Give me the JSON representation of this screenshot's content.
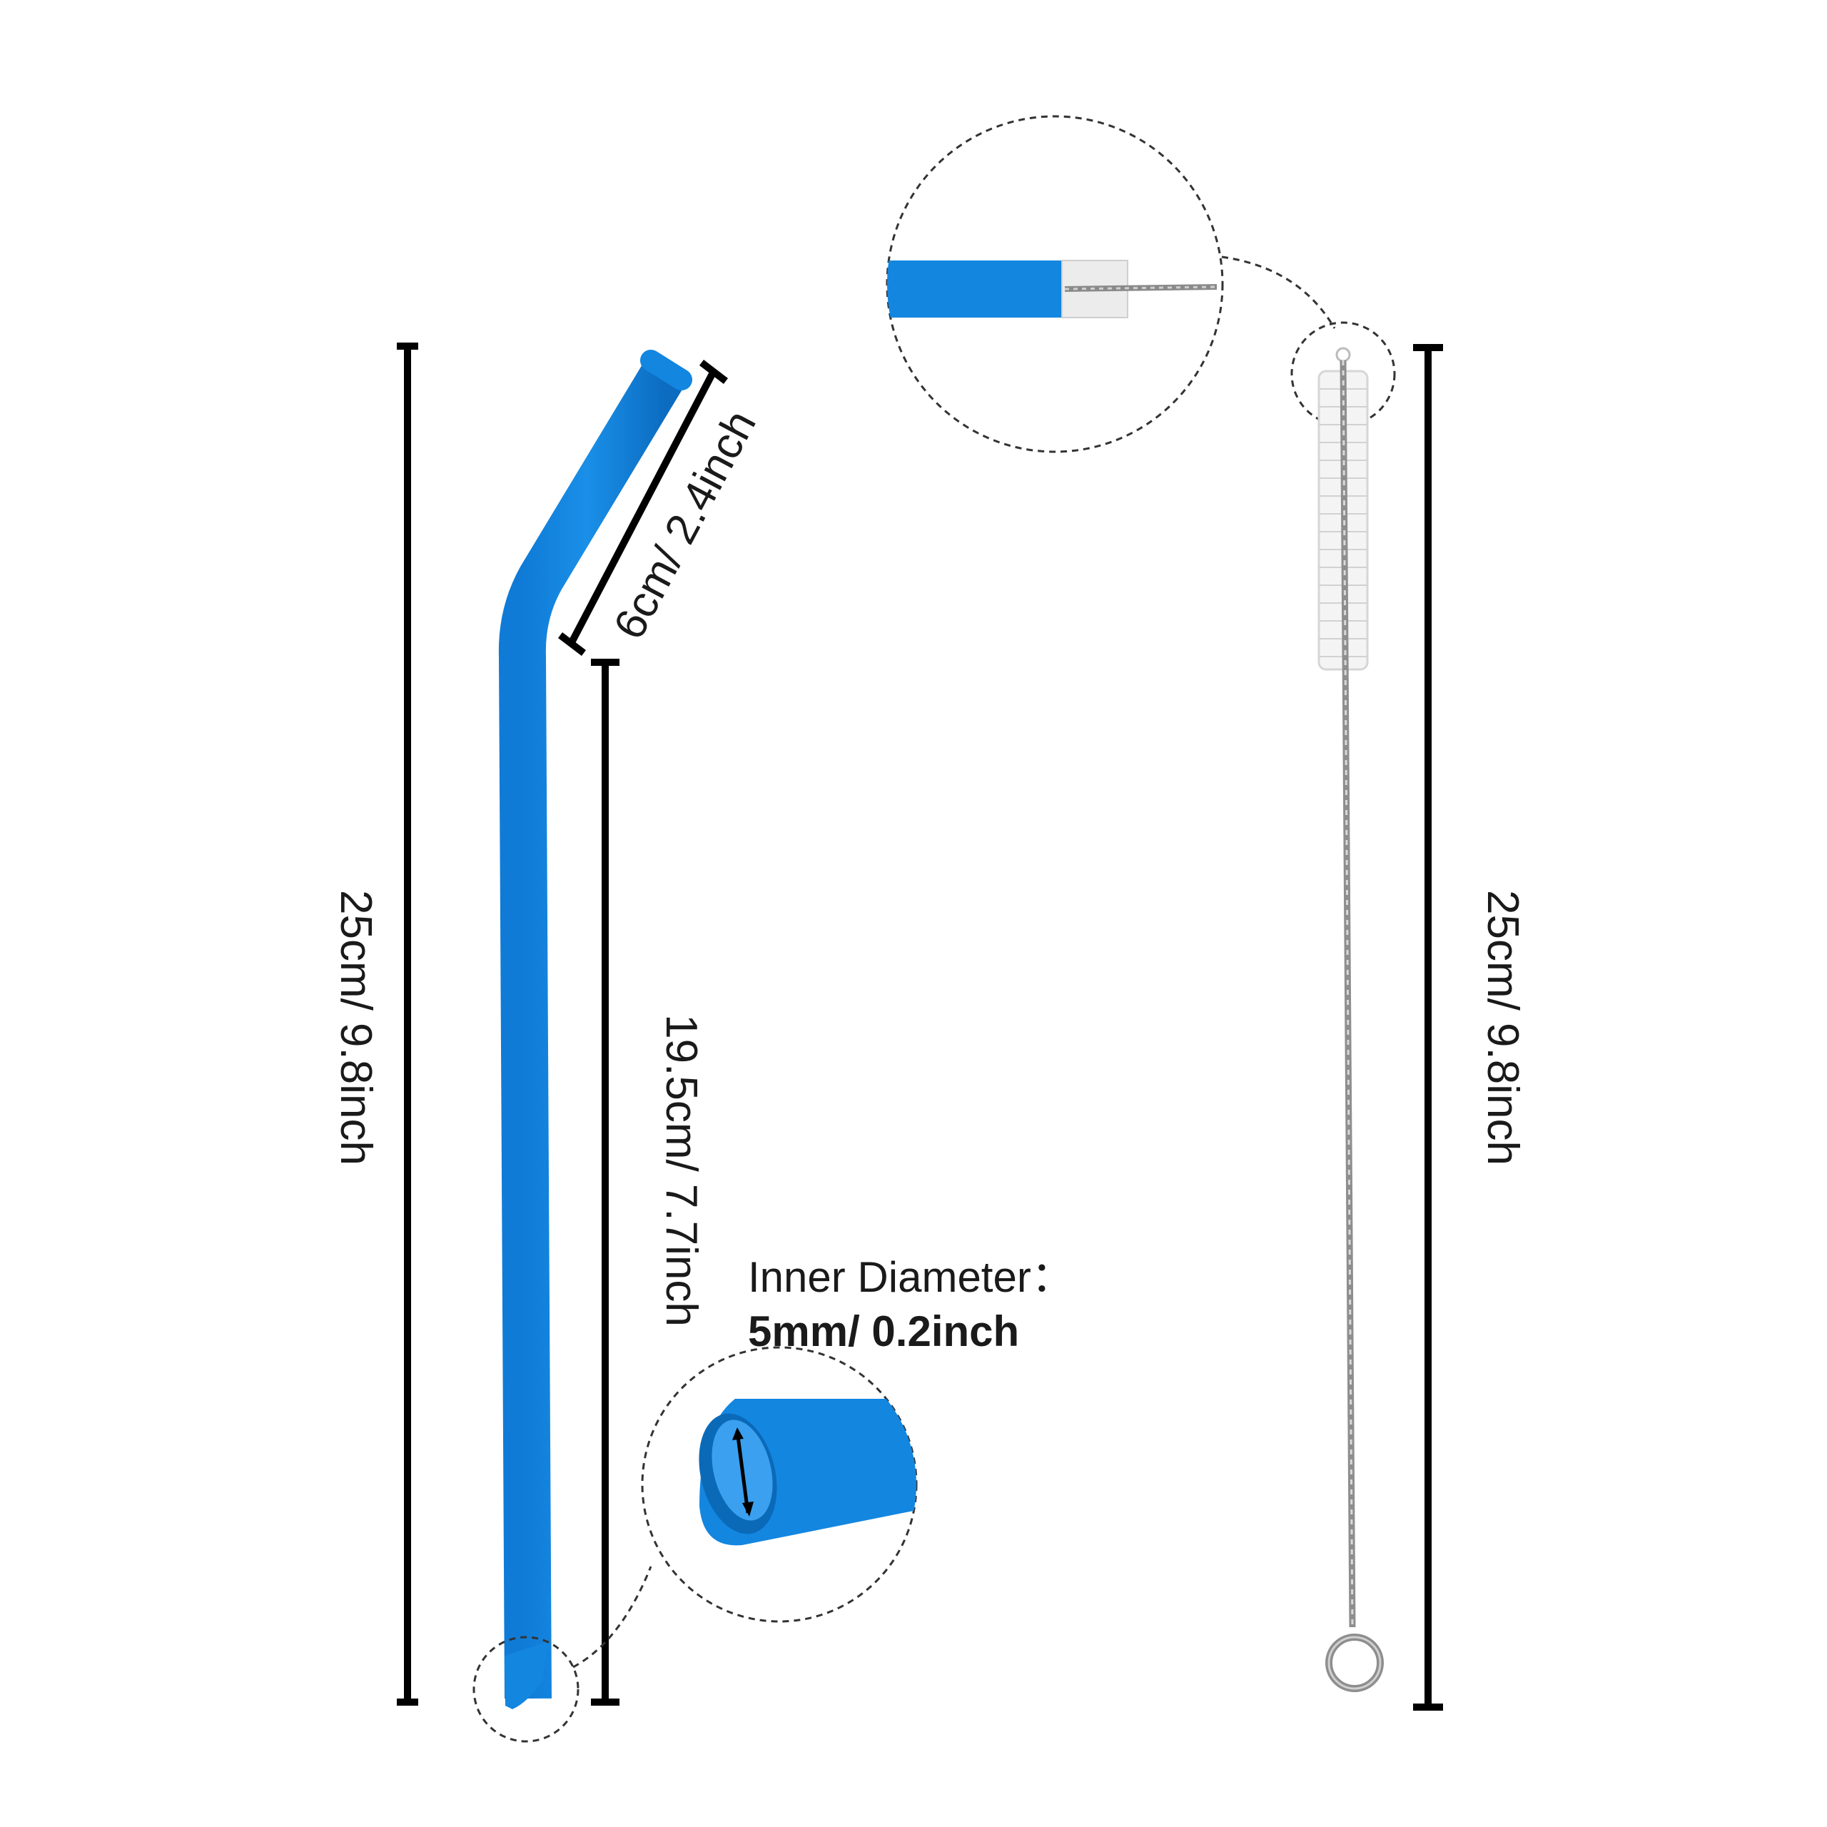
{
  "colors": {
    "straw": "#1386e0",
    "straw_dark": "#0a6fc4",
    "dimension_line": "#000000",
    "dashed_circle": "#333333",
    "brush_bristle": "#f2f2f2",
    "brush_wire": "#9a9a9a"
  },
  "icons": {
    "straw": "bent-silicone-straw-icon",
    "brush": "cleaning-brush-icon",
    "straw_tip_zoom": "straw-tip-magnified",
    "brush_tip_zoom": "brush-tip-magnified"
  },
  "dimensions": {
    "straw_total": "25cm/ 9.8inch",
    "straw_bent_section": "6cm/ 2.4inch",
    "straw_straight_section": "19.5cm/ 7.7inch",
    "brush_total": "25cm/ 9.8inch"
  },
  "spec": {
    "inner_diameter_label": "Inner Diameter：",
    "inner_diameter_value": "5mm/ 0.2inch"
  }
}
